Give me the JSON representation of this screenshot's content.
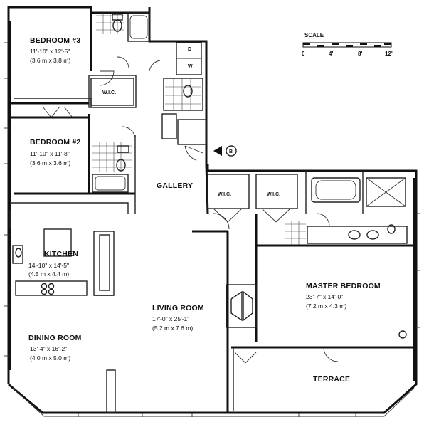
{
  "scale": {
    "title": "SCALE",
    "ticks": [
      "0",
      "4'",
      "8'",
      "12'"
    ]
  },
  "marker": "B",
  "rooms": {
    "bedroom3": {
      "name": "BEDROOM #3",
      "dim_ft": "11'-10\" x 12'-5\"",
      "dim_m": "(3.6 m x 3.8 m)"
    },
    "bedroom2": {
      "name": "BEDROOM #2",
      "dim_ft": "11'-10\" x 11'-8\"",
      "dim_m": "(3.6 m x 3.6 m)"
    },
    "gallery": {
      "name": "GALLERY"
    },
    "kitchen": {
      "name": "KITCHEN",
      "dim_ft": "14'-10\" x 14'-5\"",
      "dim_m": "(4.5 m x 4.4 m)"
    },
    "living": {
      "name": "LIVING ROOM",
      "dim_ft": "17'-0\" x 25'-1\"",
      "dim_m": "(5.2 m x 7.6 m)"
    },
    "dining": {
      "name": "DINING ROOM",
      "dim_ft": "13'-4\" x 16'-2\"",
      "dim_m": "(4.0 m x 5.0 m)"
    },
    "master": {
      "name": "MASTER BEDROOM",
      "dim_ft": "23'-7\" x 14'-0\"",
      "dim_m": "(7.2 m x 4.3 m)"
    },
    "terrace": {
      "name": "TERRACE"
    }
  },
  "closets": {
    "wic": "W.I.C."
  },
  "laundry": {
    "dryer": "D",
    "washer": "W"
  }
}
